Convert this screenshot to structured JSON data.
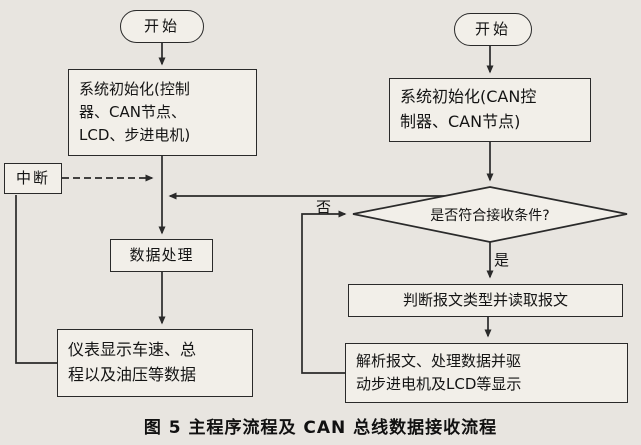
{
  "colors": {
    "background": "#e8e5e0",
    "node_fill": "#f2efe9",
    "line": "#2a2a2a",
    "text": "#141414"
  },
  "left_flow": {
    "start": "开始",
    "init": "系统初始化(控制\n器、CAN节点、\nLCD、步进电机)",
    "interrupt": "中断",
    "process": "数据处理",
    "display": "仪表显示车速、总\n程以及油压等数据"
  },
  "right_flow": {
    "start": "开始",
    "init": "系统初始化(CAN控\n制器、CAN节点)",
    "decision": "是否符合接收条件?",
    "branch_no": "否",
    "branch_yes": "是",
    "read": "判断报文类型并读取报文",
    "parse": "解析报文、处理数据并驱\n动步进电机及LCD等显示"
  },
  "caption": "图 5  主程序流程及 CAN 总线数据接收流程"
}
